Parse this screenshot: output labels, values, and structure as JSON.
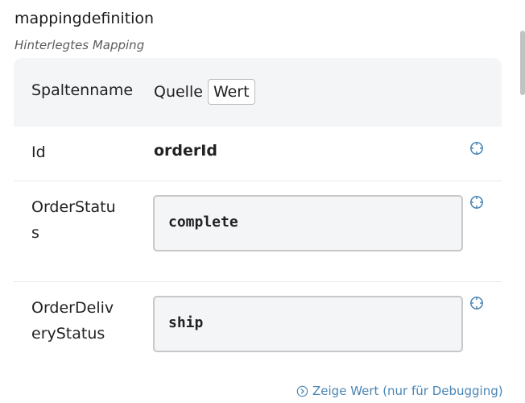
{
  "header": {
    "title": "mappingdefinition",
    "subtitle": "Hinterlegtes Mapping"
  },
  "table": {
    "col_name": "Spaltenname",
    "col_source": "Quelle",
    "value_toggle": "Wert",
    "rows": [
      {
        "name": "Id",
        "value": "orderId",
        "kind": "text"
      },
      {
        "name": "OrderStatus",
        "value": "complete",
        "kind": "code"
      },
      {
        "name": "OrderDeliveryStatus",
        "value": "ship",
        "kind": "code"
      }
    ]
  },
  "footer": {
    "debug_link": "Zeige Wert (nur für Debugging)"
  },
  "icons": {
    "row_action": "target-icon",
    "link": "chevron-circle-right-icon"
  },
  "colors": {
    "accent": "#4a86b5",
    "header_bg": "#f4f5f7"
  }
}
